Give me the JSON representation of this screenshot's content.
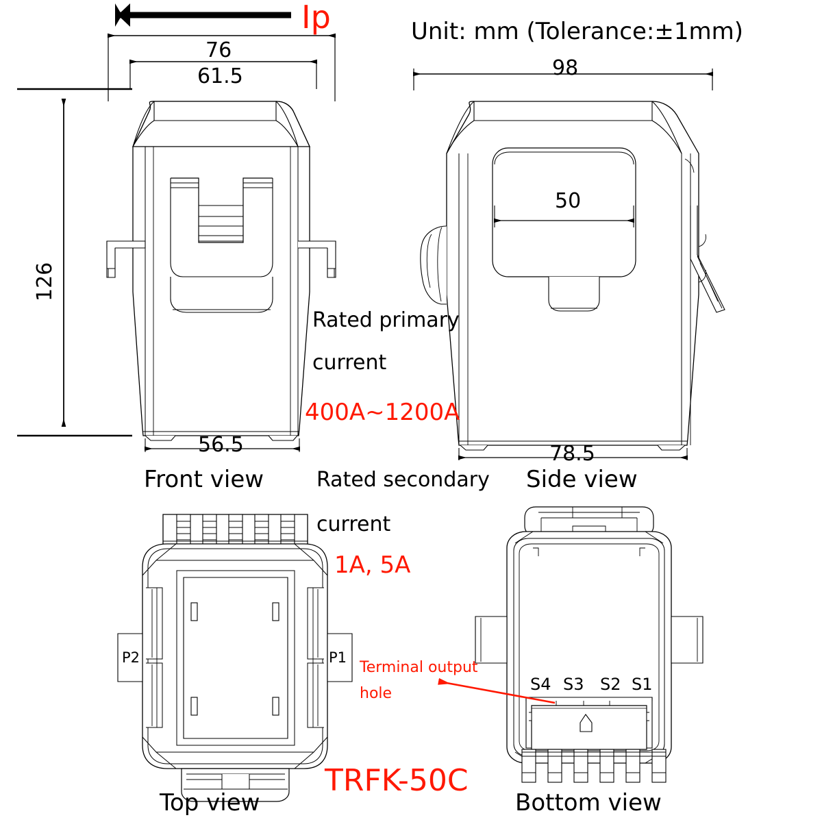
{
  "header": {
    "unit_note": "Unit: mm (Tolerance:±1mm)",
    "current_direction_label": "Ip"
  },
  "colors": {
    "accent_red": "#FF1800",
    "line_black": "#000000",
    "line_gray": "#555555"
  },
  "views": {
    "front": {
      "label": "Front view",
      "dimensions": {
        "overall_width": "76",
        "inner_width": "61.5",
        "height": "126",
        "base_width": "56.5"
      }
    },
    "side": {
      "label": "Side view",
      "dimensions": {
        "overall_width": "98",
        "window_width": "50",
        "base_width": "78.5"
      }
    },
    "top": {
      "label": "Top view",
      "pins": [
        "P2",
        "P1"
      ]
    },
    "bottom": {
      "label": "Bottom view",
      "terminals": [
        "S4",
        "S3",
        "S2",
        "S1"
      ],
      "callout": {
        "line1": "Terminal output",
        "line2": "hole"
      }
    }
  },
  "specs": [
    {
      "name_line1": "Rated primary",
      "name_line2": "current",
      "value": "400A~1200A"
    },
    {
      "name_line1": "Rated secondary",
      "name_line2": "current",
      "value": "1A, 5A"
    }
  ],
  "model": {
    "part_number": "TRFK-50C"
  }
}
